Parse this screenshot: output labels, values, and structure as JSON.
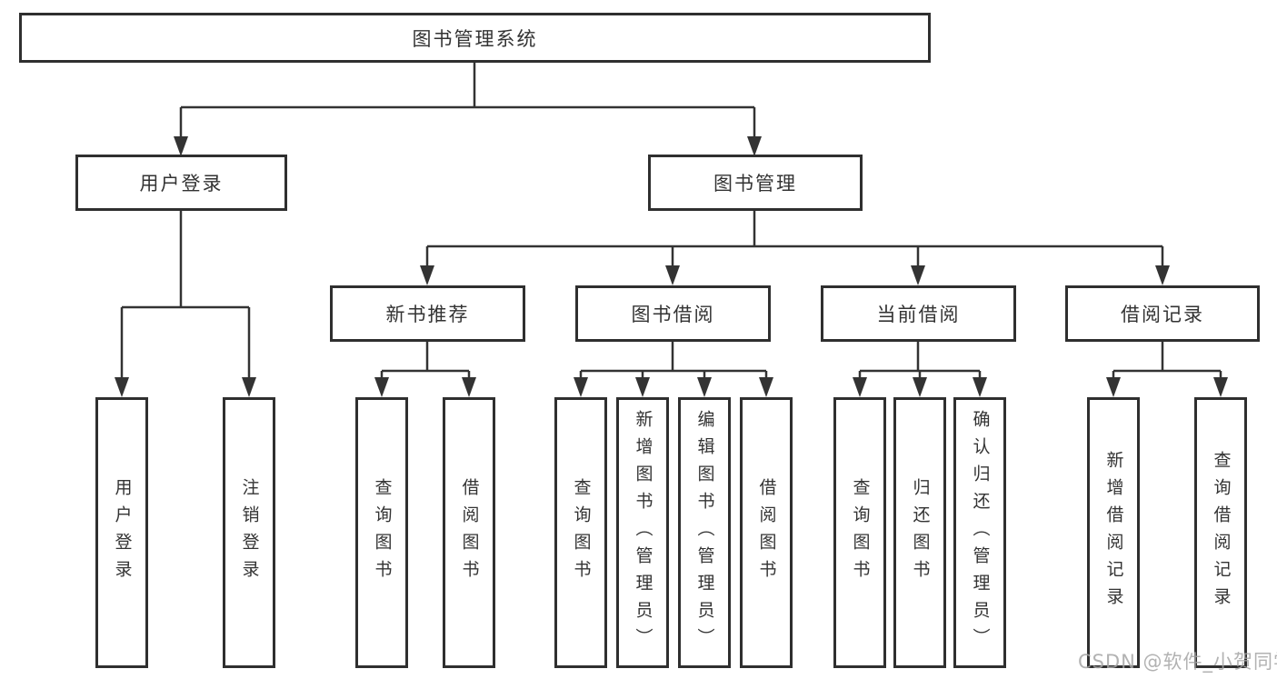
{
  "diagram": {
    "title": "图书管理系统",
    "root": "图书管理系统",
    "user_branch": {
      "label": "用户登录",
      "children": [
        "用户登录",
        "注销登录"
      ]
    },
    "book_branch": {
      "label": "图书管理",
      "groups": [
        {
          "label": "新书推荐",
          "children": [
            "查询图书",
            "借阅图书"
          ]
        },
        {
          "label": "图书借阅",
          "children": [
            "查询图书",
            "新增图书（管理员）",
            "编辑图书（管理员）",
            "借阅图书"
          ]
        },
        {
          "label": "当前借阅",
          "children": [
            "查询图书",
            "归还图书",
            "确认归还（管理员）"
          ]
        },
        {
          "label": "借阅记录",
          "children": [
            "新增借阅记录",
            "查询借阅记录"
          ]
        }
      ]
    },
    "watermark": "CSDN @软件_小贺同学"
  },
  "colors": {
    "line": "#333333",
    "box_border": "#2f2f2f",
    "text": "#333333",
    "watermark": "#a5a5a5",
    "background": "#ffffff"
  }
}
